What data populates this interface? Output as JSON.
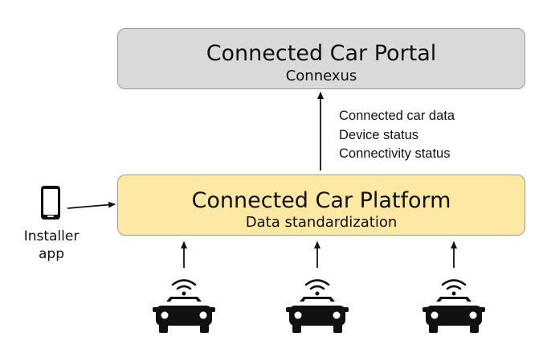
{
  "portal": {
    "title": "Connected Car Portal",
    "subtitle": "Connexus",
    "fill": "#d9d9d9"
  },
  "platform": {
    "title": "Connected Car Platform",
    "subtitle": "Data standardization",
    "fill": "#fde9a3"
  },
  "uplink_labels": [
    "Connected car data",
    "Device status",
    "Connectivity status"
  ],
  "installer": {
    "line1": "Installer",
    "line2": "app",
    "icon": "smartphone-icon"
  },
  "cars": [
    {
      "icon": "connected-car-icon"
    },
    {
      "icon": "connected-car-icon"
    },
    {
      "icon": "connected-car-icon"
    }
  ]
}
